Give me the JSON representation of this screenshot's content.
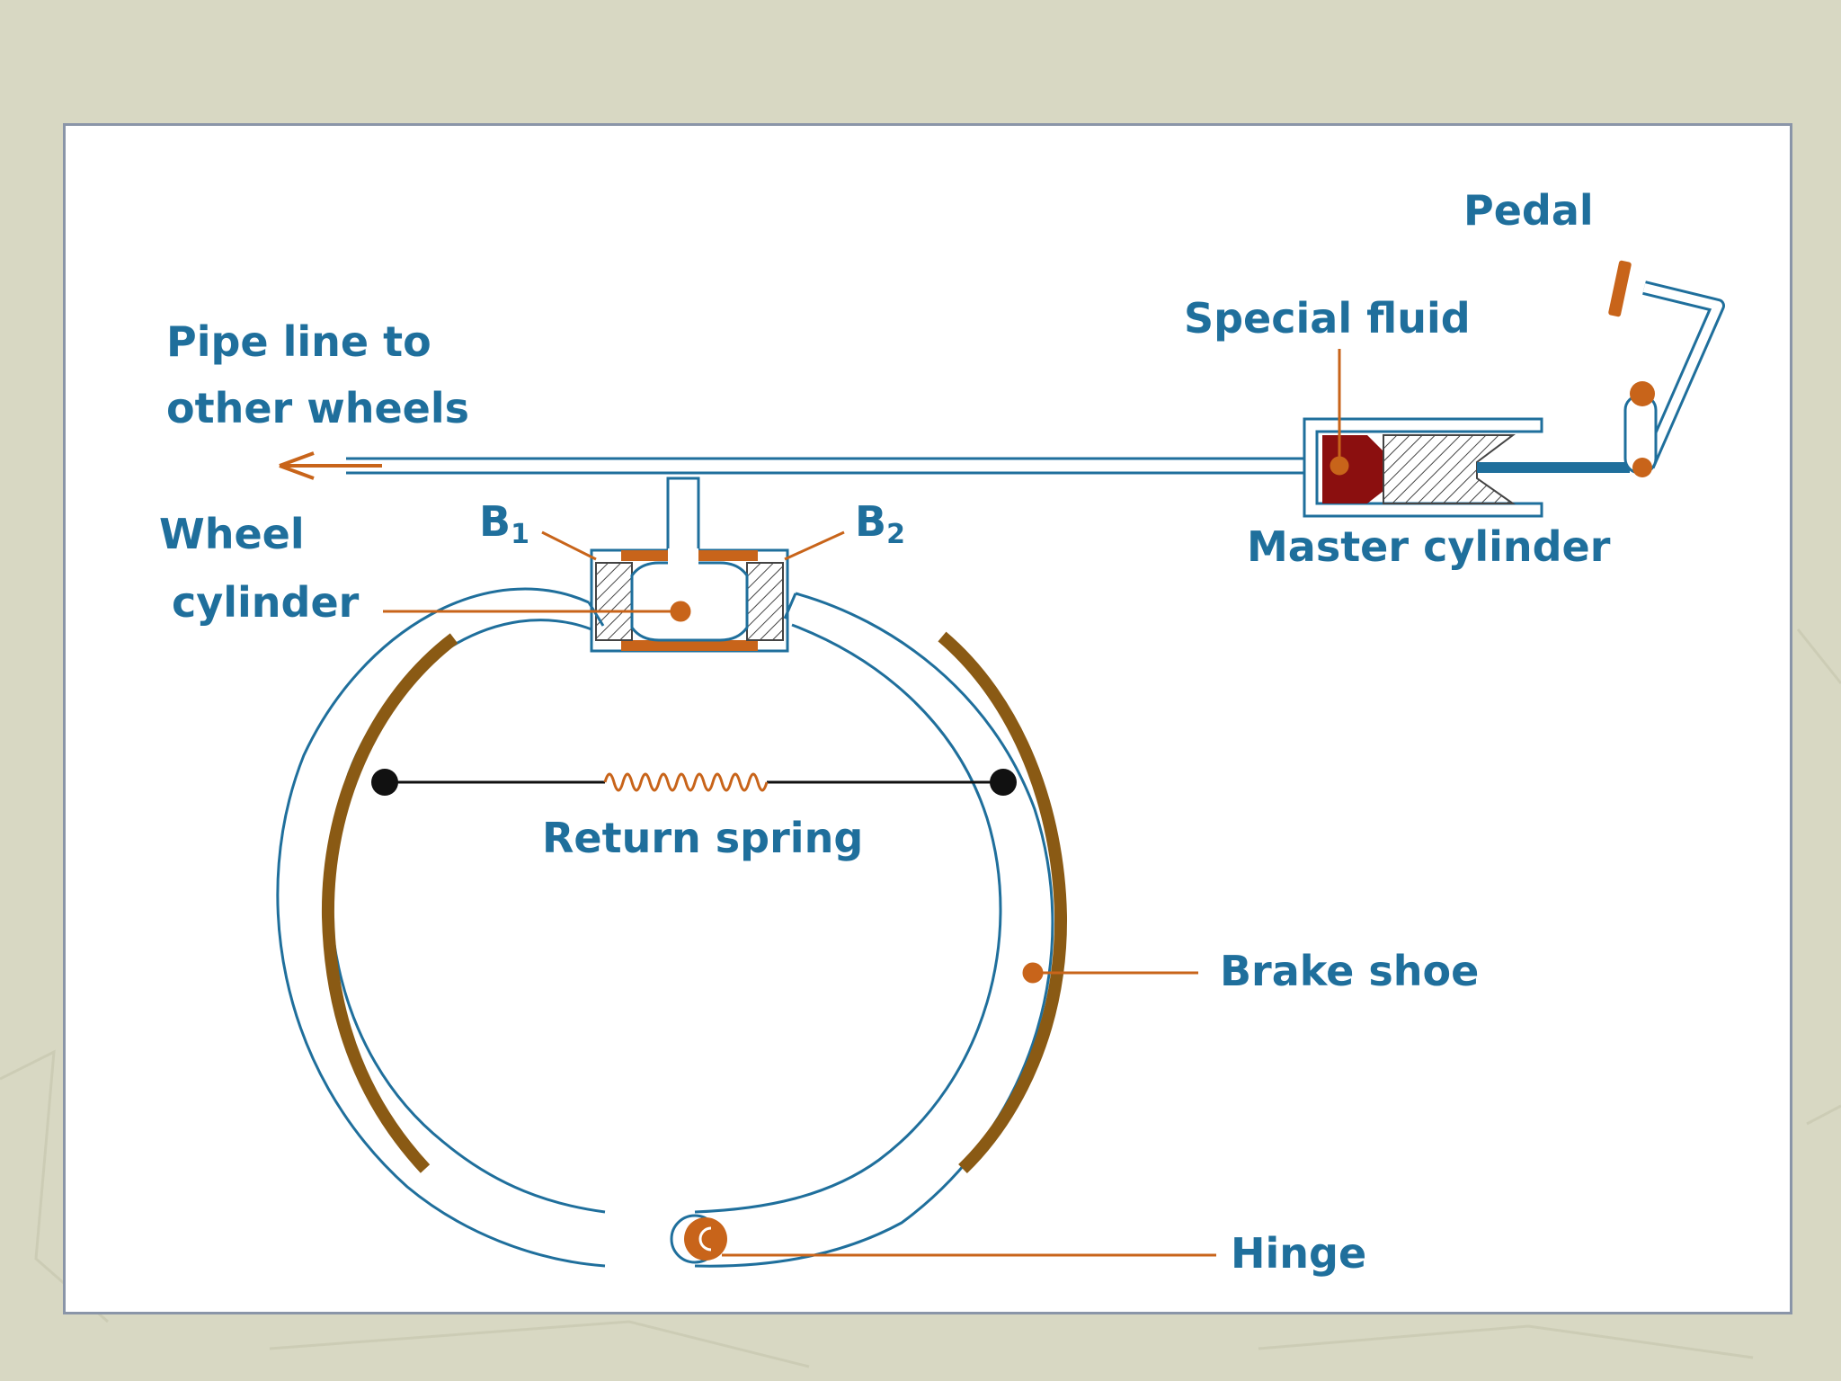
{
  "diagram": {
    "labels": {
      "pedal": "Pedal",
      "special_fluid": "Special fluid",
      "pipe_line_1": "Pipe line to",
      "pipe_line_2": "other wheels",
      "wheel_cylinder_1": "Wheel",
      "wheel_cylinder_2": "cylinder",
      "b1_letter": "B",
      "b1_sub": "1",
      "b2_letter": "B",
      "b2_sub": "2",
      "master_cylinder": "Master cylinder",
      "return_spring": "Return spring",
      "brake_shoe": "Brake shoe",
      "hinge": "Hinge"
    },
    "colors": {
      "label_text": "#1f6f9c",
      "outline": "#1f6f9c",
      "leader_line": "#c8641a",
      "brake_lining": "#8a5a14",
      "fluid": "#8b0f0f",
      "pipe_fill": "#ffffff",
      "slide_background": "#d8d8c3",
      "panel_border": "#8a95a8"
    }
  }
}
